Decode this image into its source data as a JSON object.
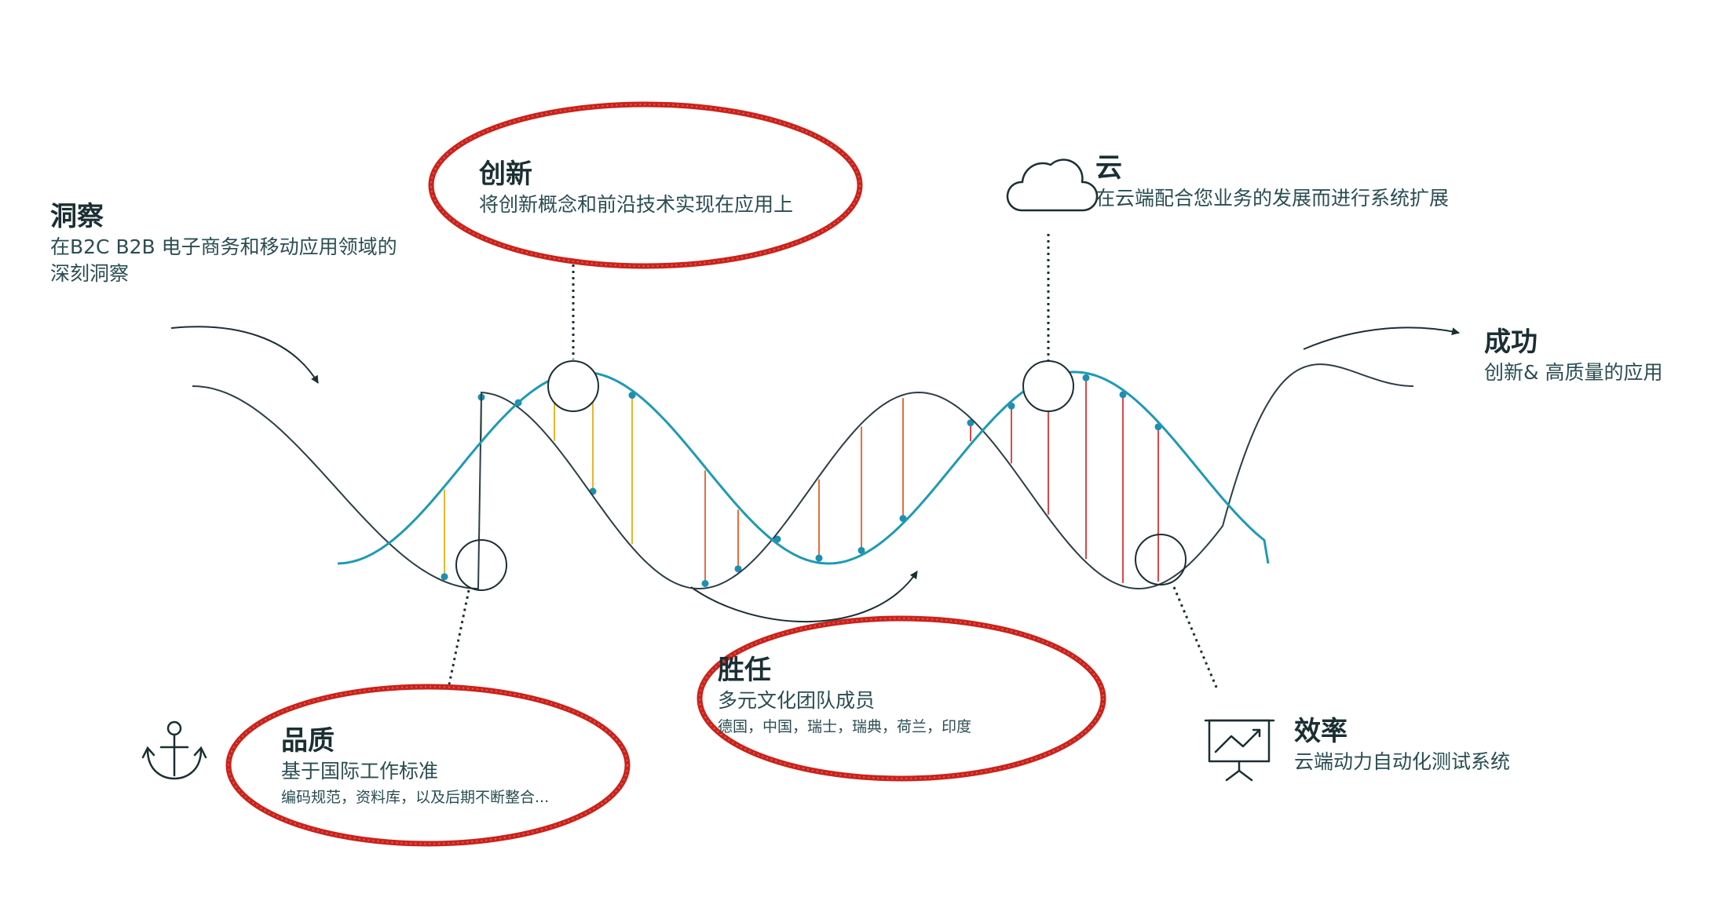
{
  "colors": {
    "teal_strand": "#1e9ab5",
    "dark_strand": "#2c3e45",
    "yellow_rung": "#e8b62a",
    "orange_rung": "#e76d3b",
    "red_rung": "#d84848",
    "rung_dot": "#1e8fb0",
    "highlight_ring": "#c8231c",
    "text_dark": "#1b2f33"
  },
  "labels": {
    "insight": {
      "title": "洞察",
      "subtitle": "在B2C B2B 电子商务和移动应用领域的",
      "subtitle2": "深刻洞察"
    },
    "innovation": {
      "title": "创新",
      "subtitle": "将创新概念和前沿技术实现在应用上"
    },
    "cloud": {
      "title": "云",
      "subtitle": "在云端配合您业务的发展而进行系统扩展"
    },
    "success": {
      "title": "成功",
      "subtitle": "创新& 高质量的应用"
    },
    "competence": {
      "title": "胜任",
      "subtitle": "多元文化团队成员",
      "note": "德国，中国，瑞士，瑞典，荷兰，印度"
    },
    "quality": {
      "title": "品质",
      "subtitle": "基于国际工作标准",
      "note": "编码规范，资料库，以及后期不断整合..."
    },
    "efficiency": {
      "title": "效率",
      "subtitle": "云端动力自动化测试系统"
    }
  },
  "icons": {
    "cloud": "cloud-icon",
    "anchor": "anchor-icon",
    "chart": "presentation-chart-icon"
  },
  "highlighted": [
    "innovation",
    "competence",
    "quality"
  ]
}
